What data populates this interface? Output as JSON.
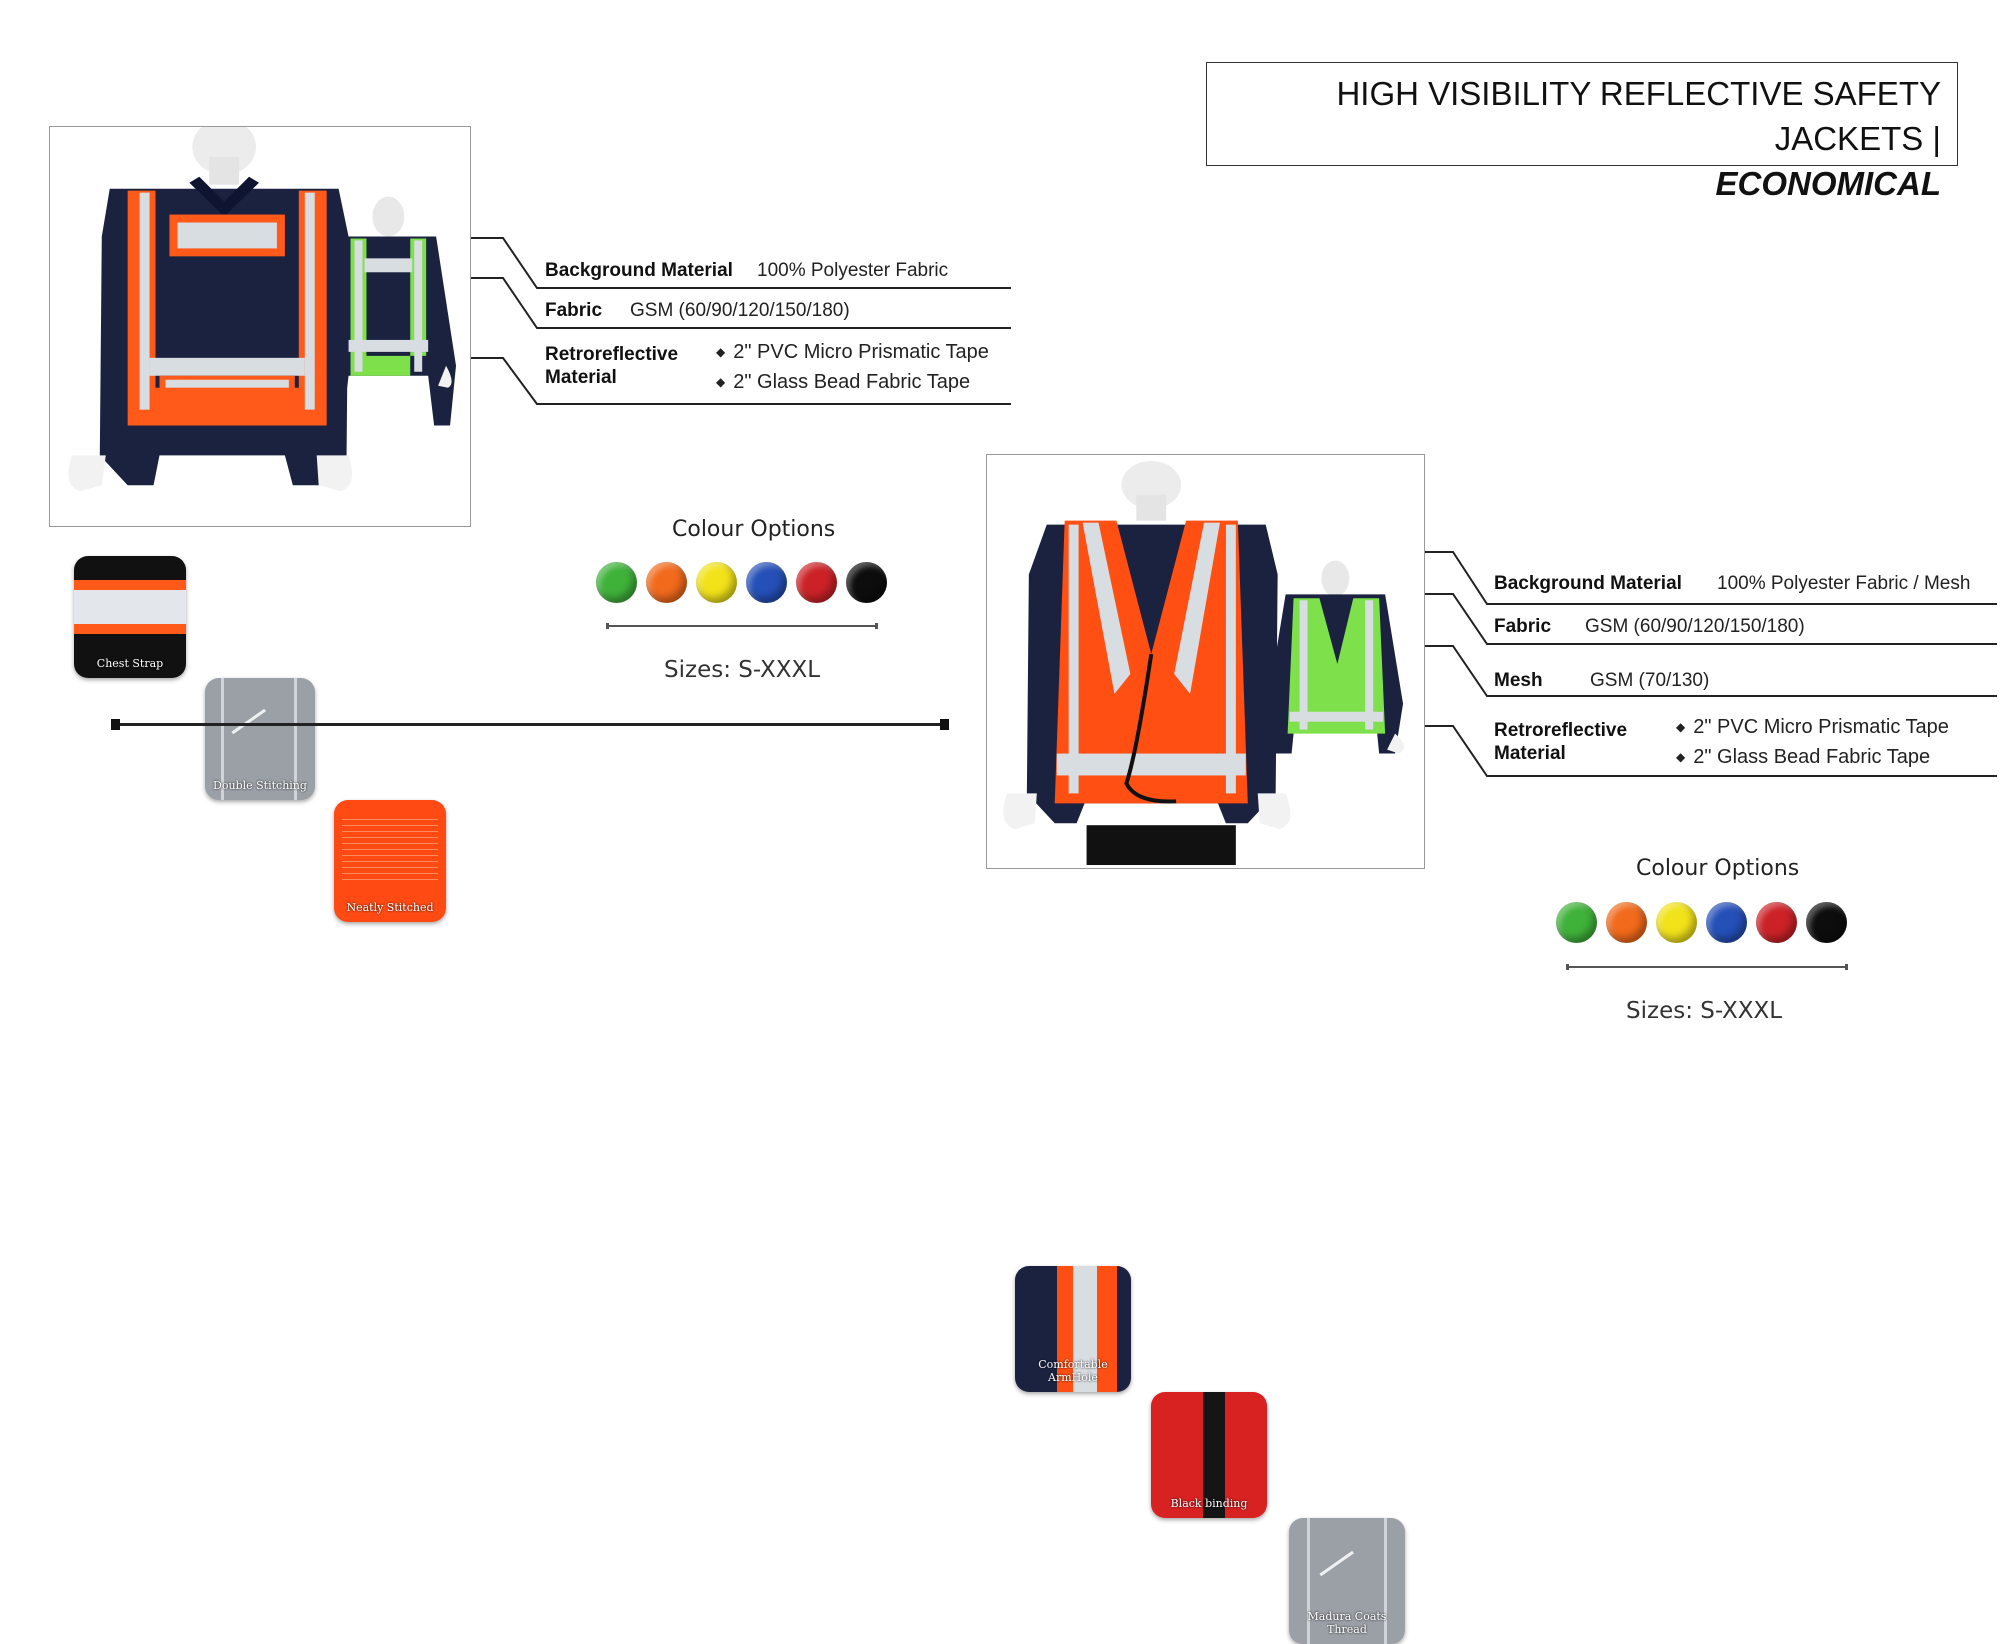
{
  "title": {
    "line1": "HIGH VISIBILITY REFLECTIVE SAFETY JACKETS |",
    "line2": "ECONOMICAL"
  },
  "product1": {
    "specs": {
      "background_label": "Background Material",
      "background_value": "100% Polyester Fabric",
      "fabric_label": "Fabric",
      "fabric_value": "GSM (60/90/120/150/180)",
      "retro_label_1": "Retroreflective",
      "retro_label_2": "Material",
      "retro_items": [
        "2\" PVC Micro Prismatic Tape",
        "2\" Glass Bead Fabric Tape"
      ]
    },
    "thumbnails": [
      "Chest Strap",
      "Double Stitching",
      "Neatly Stitched"
    ],
    "colour_options_title": "Colour Options",
    "colours": [
      "#3fb23a",
      "#f26a1c",
      "#f2e21a",
      "#2450b8",
      "#cc2227",
      "#0d0d0d"
    ],
    "sizes": "Sizes: S-XXXL"
  },
  "product2": {
    "specs": {
      "background_label": "Background Material",
      "background_value": "100% Polyester Fabric / Mesh",
      "fabric_label": "Fabric",
      "fabric_value": "GSM (60/90/120/150/180)",
      "mesh_label": "Mesh",
      "mesh_value": "GSM (70/130)",
      "retro_label_1": "Retroreflective",
      "retro_label_2": "Material",
      "retro_items": [
        "2\" PVC Micro Prismatic Tape",
        "2\" Glass Bead Fabric Tape"
      ]
    },
    "thumbnails": [
      "Comfortable ArmHole",
      "Black binding",
      "Madura Coats Thread"
    ],
    "colour_options_title": "Colour Options",
    "colours": [
      "#3fb23a",
      "#f26a1c",
      "#f2e21a",
      "#2450b8",
      "#cc2227",
      "#0d0d0d"
    ],
    "sizes": "Sizes: S-XXXL"
  },
  "colors": {
    "jacket_navy": "#1a2240",
    "tape_orange": "#ff5a1a",
    "vest_orange": "#ff4f12",
    "vest_green": "#7ee04a",
    "reflective_silver": "#d8dde2"
  }
}
